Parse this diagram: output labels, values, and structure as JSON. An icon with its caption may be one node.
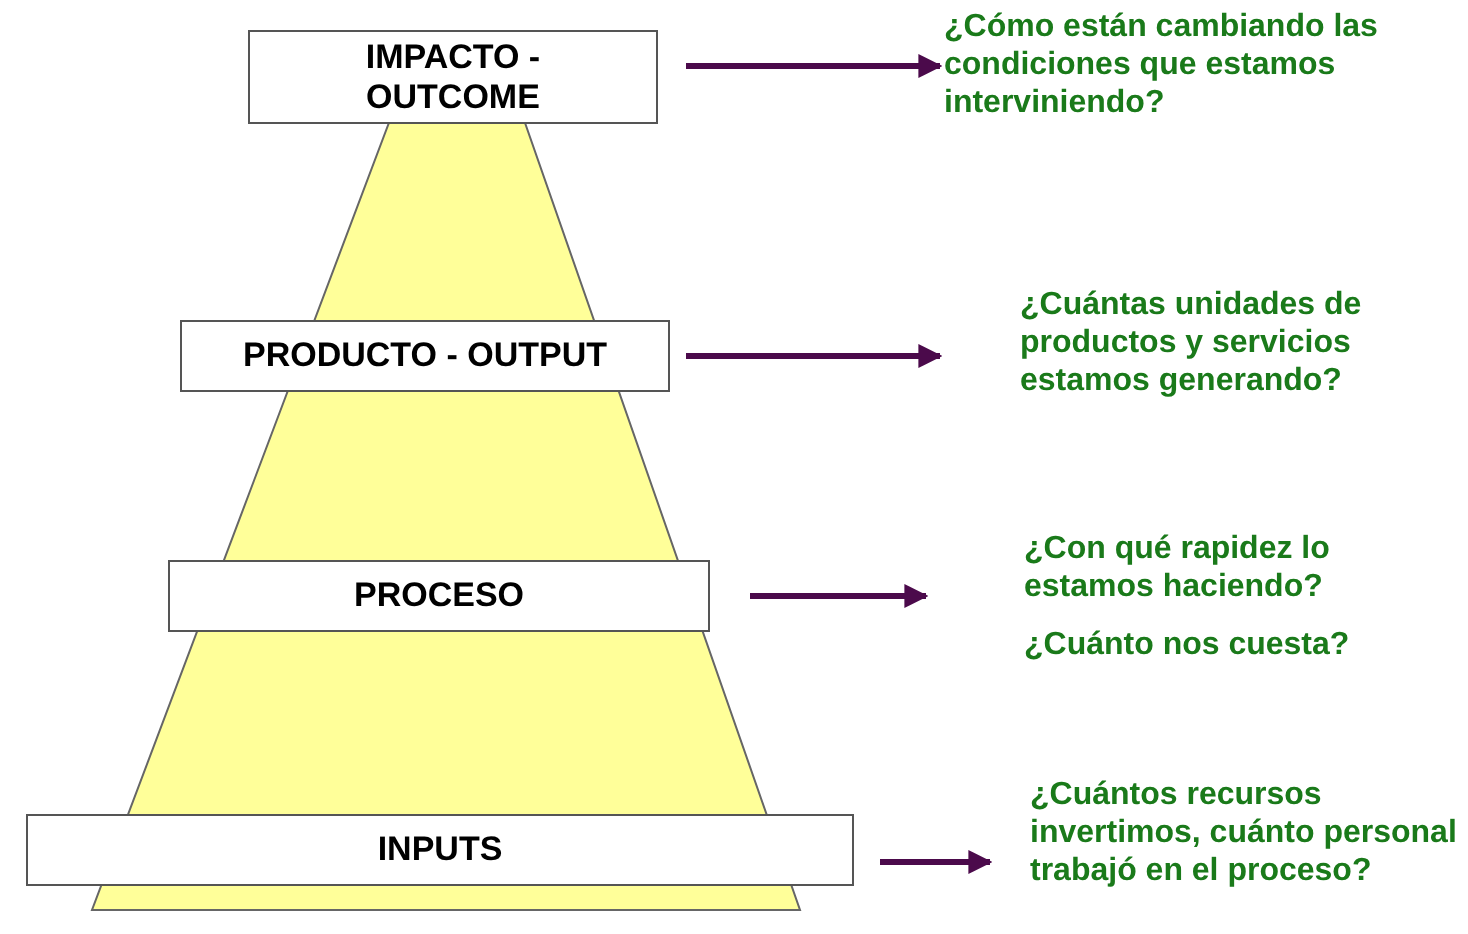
{
  "diagram": {
    "nodes": [
      {
        "text": [
          "IMPACTO - OUTCOME"
        ]
      },
      {
        "text": [
          "¿Cómo están cambiando las condiciones que estamos interviniendo?"
        ]
      },
      {
        "text": [
          "PRODUCTO - OUTPUT"
        ]
      },
      {
        "text": [
          "¿Cuántas unidades de productos y servicios estamos generando?"
        ]
      },
      {
        "text": [
          "PROCESO"
        ]
      },
      {
        "text": [
          "¿Con qué rapidez lo estamos haciendo?",
          "¿Cuánto nos cuesta?"
        ]
      },
      {
        "text": [
          "INPUTS"
        ]
      },
      {
        "text": [
          "¿Cuántos recursos invertimos, cuánto personal trabajó en el proceso?"
        ]
      }
    ],
    "edges": [
      {
        "from": 0,
        "to": 1,
        "arrow": "to"
      },
      {
        "from": 2,
        "to": 3,
        "arrow": "to"
      },
      {
        "from": 4,
        "to": 5,
        "arrow": "to"
      },
      {
        "from": 6,
        "to": 7,
        "arrow": "to"
      }
    ]
  }
}
